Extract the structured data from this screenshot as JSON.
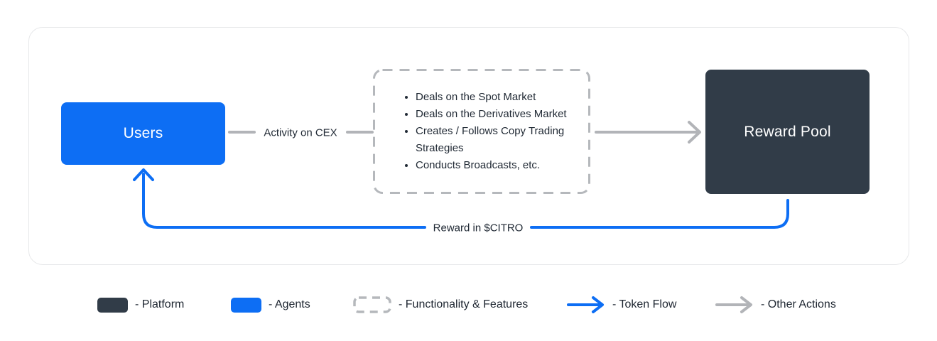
{
  "diagram": {
    "users_box": {
      "label": "Users"
    },
    "activity_connector": {
      "label": "Activity on CEX"
    },
    "features_box": {
      "items": [
        "Deals on the Spot Market",
        "Deals on the Derivatives Market",
        "Creates / Follows Copy Trading Strategies",
        "Conducts Broadcasts, etc."
      ]
    },
    "reward_pool_box": {
      "label": "Reward Pool"
    },
    "reward_flow": {
      "label": "Reward in $CITRO"
    }
  },
  "legend": {
    "items": [
      {
        "swatch": "solid-dark-rect",
        "label": "- Platform"
      },
      {
        "swatch": "solid-blue-rect",
        "label": "- Agents"
      },
      {
        "swatch": "dashed-gray-rect",
        "label": "- Functionality & Features"
      },
      {
        "swatch": "blue-arrow",
        "label": "- Token Flow"
      },
      {
        "swatch": "gray-arrow",
        "label": "- Other Actions"
      }
    ]
  },
  "colors": {
    "accent_blue": "#0d6ef4",
    "platform_dark": "#313c48",
    "line_gray": "#b2b4b8",
    "dashed_gray": "#b5b8bc",
    "text_dark": "#212a35",
    "panel_border": "#e7e8ea"
  }
}
